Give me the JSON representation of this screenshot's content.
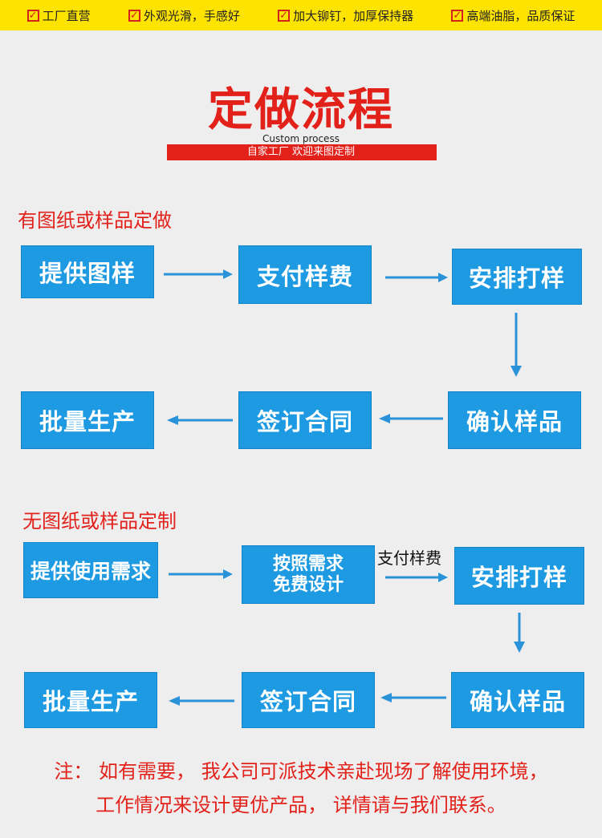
{
  "topbar": {
    "items": [
      {
        "label": "工厂直营"
      },
      {
        "label": "外观光滑，手感好"
      },
      {
        "label": "加大铆钉，加厚保持器"
      },
      {
        "label": "高端油脂，品质保证"
      }
    ],
    "check_glyph": "✓"
  },
  "title": "定做流程",
  "subtitle_en": "Custom process",
  "banner": "自家工厂 欢迎来图定制",
  "section1": {
    "heading": "有图纸或样品定做",
    "steps": [
      "提供图样",
      "支付样费",
      "安排打样",
      "确认样品",
      "签订合同",
      "批量生产"
    ]
  },
  "section2": {
    "heading": "无图纸或样品定制",
    "steps": [
      "提供使用需求",
      "按照需求",
      "免费设计",
      "安排打样",
      "确认样品",
      "签订合同",
      "批量生产"
    ],
    "arrow_label": "支付样费"
  },
  "note": {
    "line1": "注：  如有需要，  我公司可派技术亲赴现场了解使用环境，",
    "line2": "工作情况来设计更优产品，  详情请与我们联系。"
  },
  "colors": {
    "accent_red": "#e3211b",
    "box_blue": "#1d9ae1",
    "arrow_blue": "#2a92d8",
    "topbar_yellow": "#fde300"
  }
}
